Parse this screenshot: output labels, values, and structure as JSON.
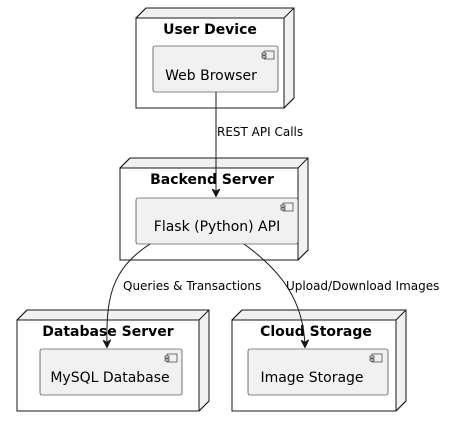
{
  "nodes": {
    "user_device": {
      "title": "User Device",
      "component": "Web Browser"
    },
    "backend_server": {
      "title": "Backend Server",
      "component": "Flask (Python) API"
    },
    "database_server": {
      "title": "Database Server",
      "component": "MySQL Database"
    },
    "cloud_storage": {
      "title": "Cloud Storage",
      "component": "Image Storage"
    }
  },
  "edges": [
    {
      "from": "Web Browser",
      "to": "Flask (Python) API",
      "label": "REST API Calls"
    },
    {
      "from": "Flask (Python) API",
      "to": "MySQL Database",
      "label": "Queries & Transactions"
    },
    {
      "from": "Flask (Python) API",
      "to": "Image Storage",
      "label": "Upload/Download Images"
    }
  ],
  "colors": {
    "node_fill": "#ffffff",
    "component_fill": "#f1f1f1",
    "stroke": "#181818"
  }
}
